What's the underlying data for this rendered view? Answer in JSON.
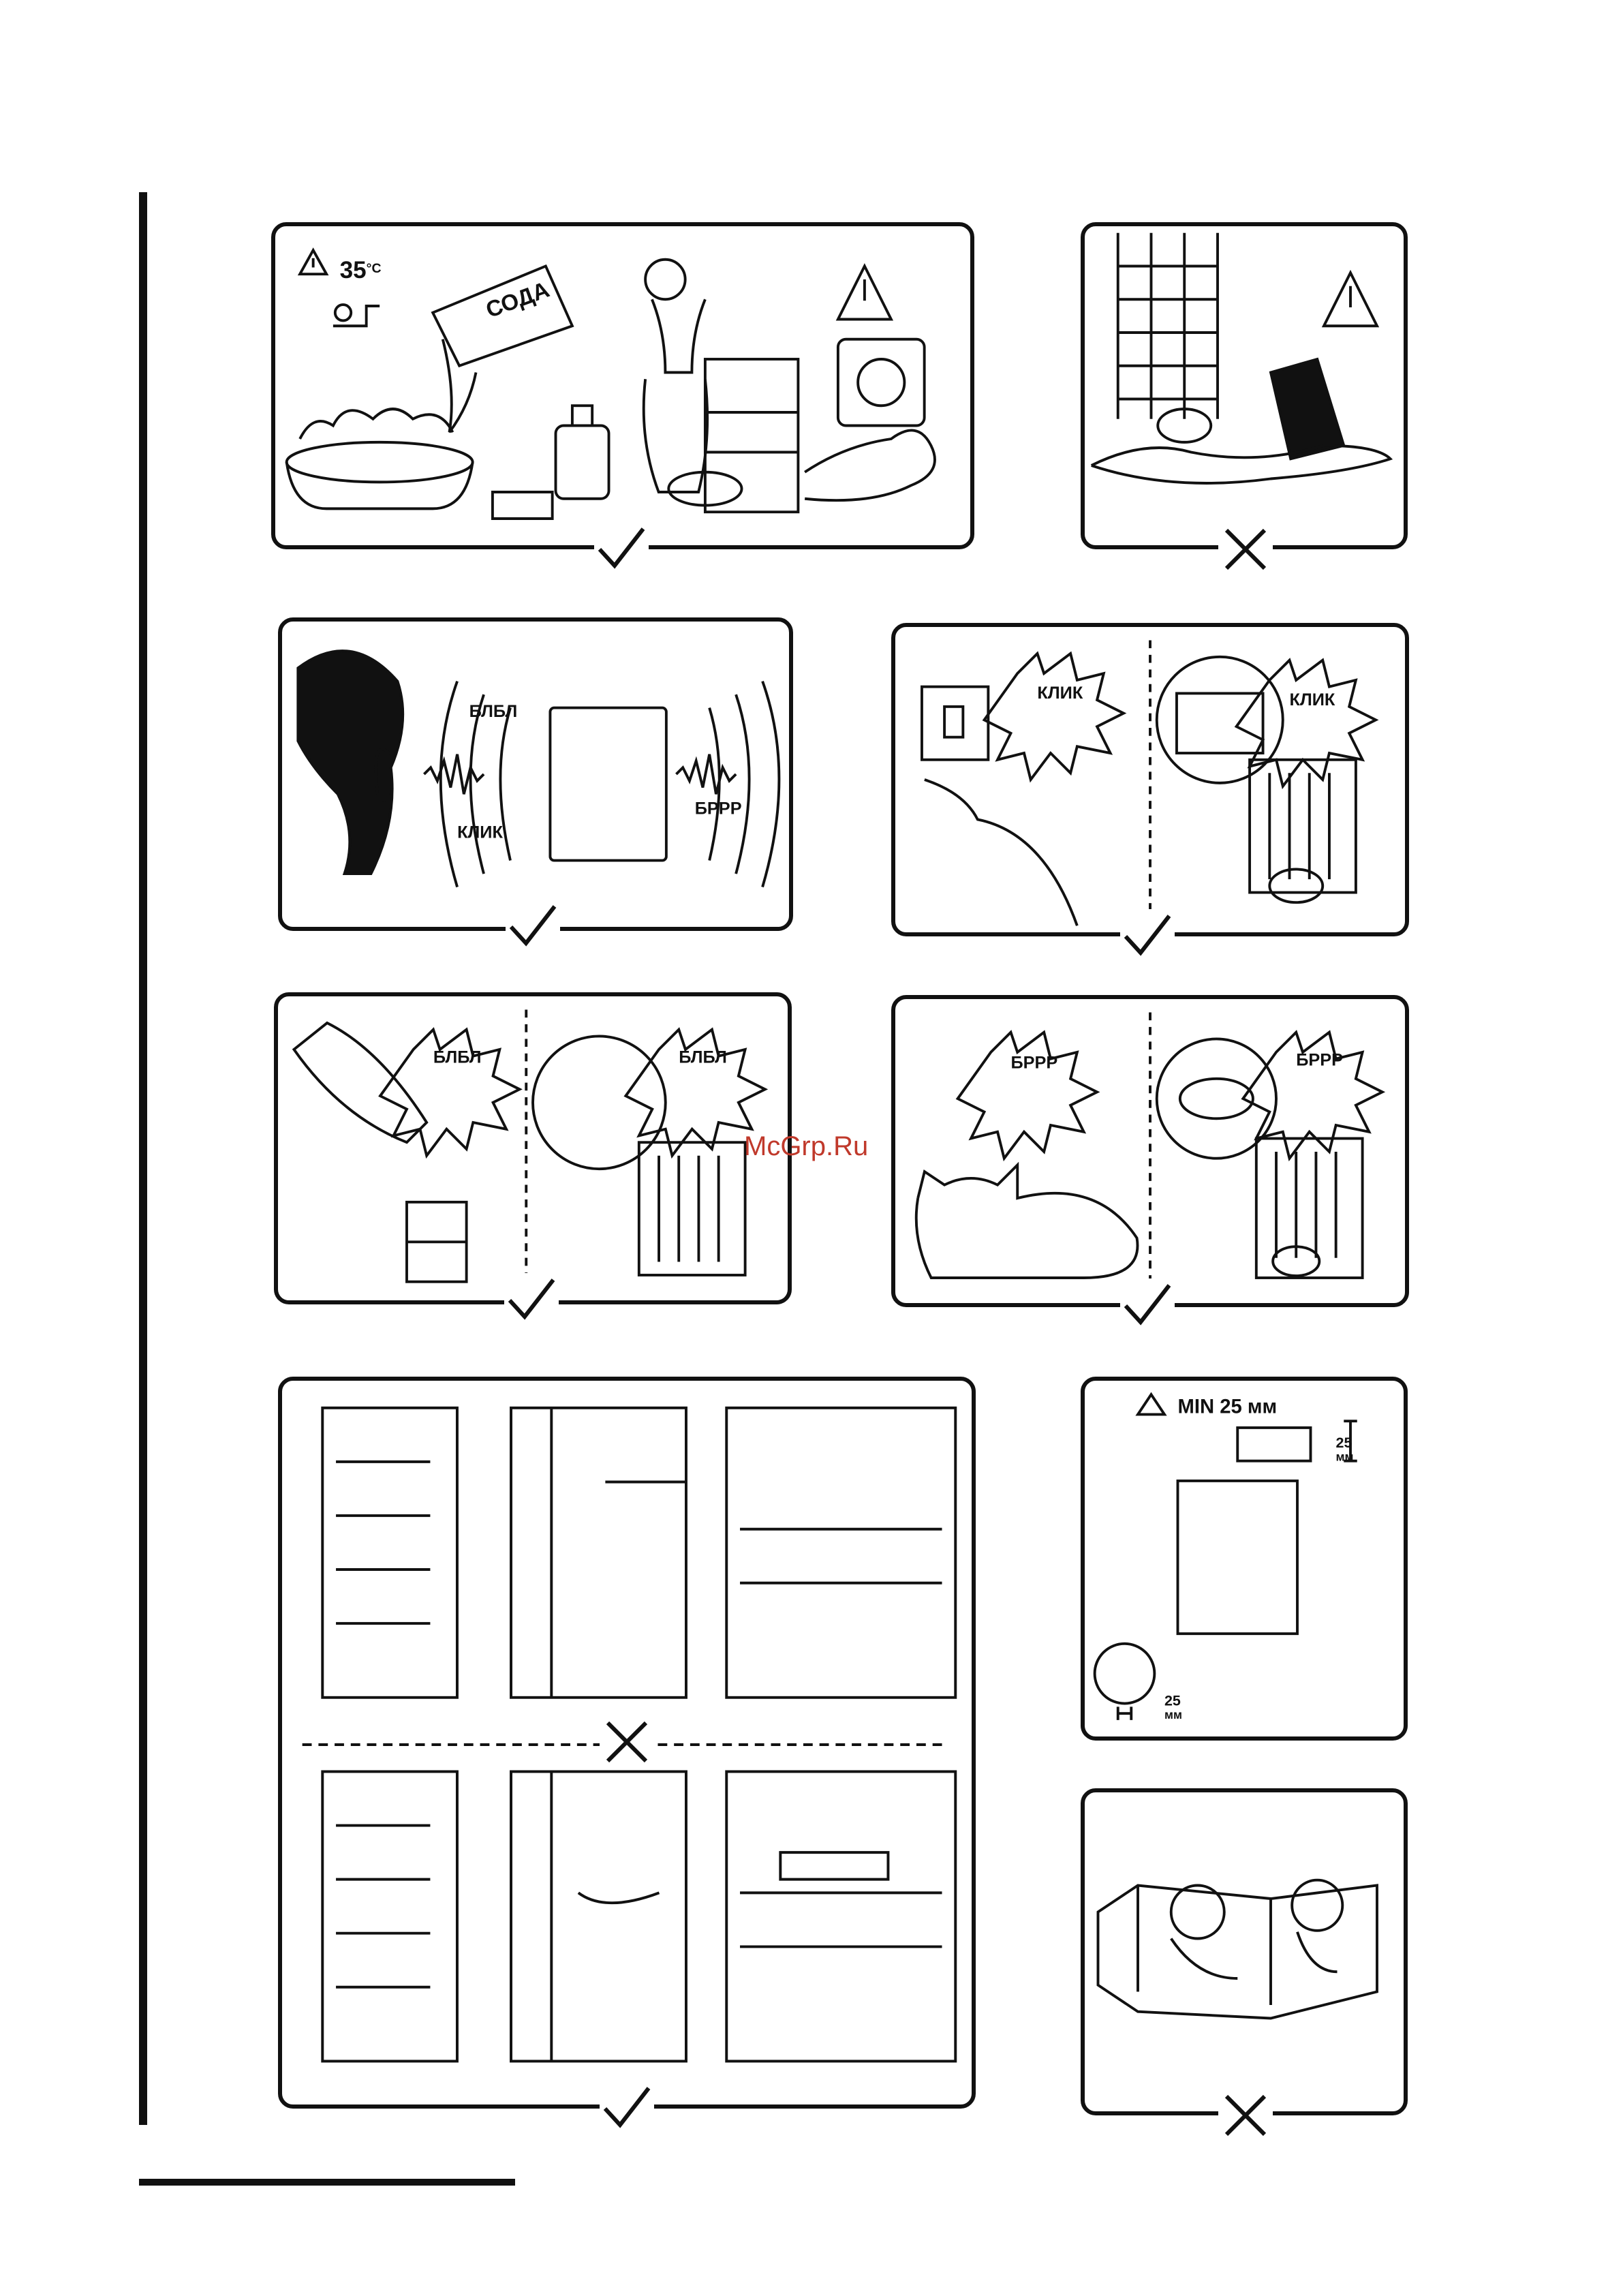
{
  "watermark": "McGrp.Ru",
  "panels": {
    "cleaning": {
      "temp": "35",
      "deg": "°C",
      "box": "СОДА",
      "mark": "check"
    },
    "no_water": {
      "mark": "cross"
    },
    "sounds": {
      "a": "БЛБЛ",
      "b": "КЛИК",
      "c": "БРРР",
      "mark": "check"
    },
    "click": {
      "a": "КЛИК",
      "b": "КЛИК",
      "mark": "check"
    },
    "bubble": {
      "a": "БЛБЛ",
      "b": "БЛБЛ",
      "mark": "check"
    },
    "purr": {
      "a": "БРРР",
      "b": "БРРР",
      "mark": "check"
    },
    "shelves_wrong": {
      "mark": "cross"
    },
    "shelves_right": {
      "mark": "check"
    },
    "clearance": {
      "title": "MIN 25 мм",
      "top_val": "25",
      "top_unit": "мм",
      "bottom_val": "25",
      "bottom_unit": "мм"
    },
    "children": {
      "mark": "cross"
    }
  },
  "colors": {
    "ink": "#111111",
    "watermark": "#c0392b"
  }
}
